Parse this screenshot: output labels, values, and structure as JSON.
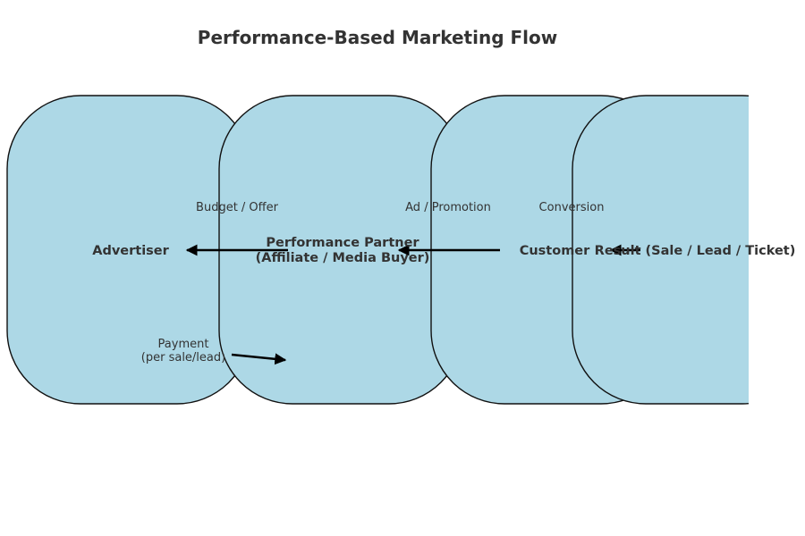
{
  "title": "Performance-Based Marketing Flow",
  "colors": {
    "node_fill": "#add8e6",
    "node_stroke": "#111111",
    "text": "#333333",
    "arrow": "#000000"
  },
  "nodes": {
    "advertiser": "Advertiser",
    "partner_line1": "Performance Partner",
    "partner_line2": "(Affiliate / Media Buyer)",
    "customer": "Customer",
    "result": "Result (Sale / Lead / Ticket)"
  },
  "edges": {
    "budget_offer": "Budget / Offer",
    "ad_promotion": "Ad / Promotion",
    "conversion": "Conversion",
    "payment_line1": "Payment",
    "payment_line2": "(per sale/lead)"
  }
}
